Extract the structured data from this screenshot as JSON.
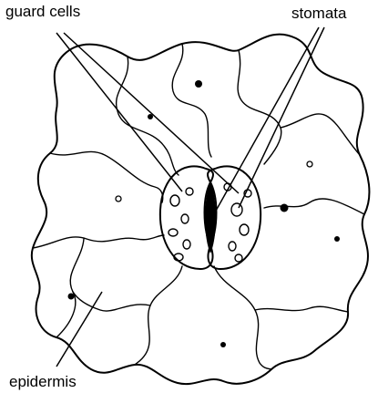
{
  "labels": {
    "guard_cells": "guard cells",
    "stomata": "stomata",
    "epidermis": "epidermis"
  },
  "colors": {
    "ink": "#000000",
    "background": "#ffffff"
  }
}
